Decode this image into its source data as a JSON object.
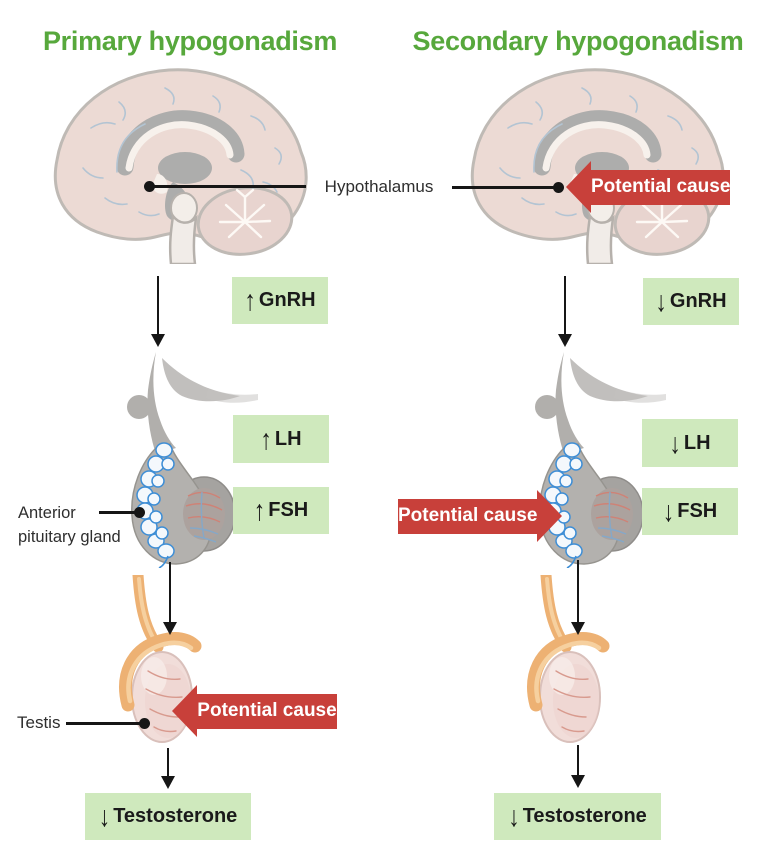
{
  "columns": {
    "left": {
      "title": "Primary hypogonadism",
      "gnrh": {
        "glyph": "↑",
        "label": "GnRH"
      },
      "lh": {
        "glyph": "↑",
        "label": "LH"
      },
      "fsh": {
        "glyph": "↑",
        "label": "FSH"
      },
      "testosterone": {
        "glyph": "↓",
        "label": "Testosterone"
      }
    },
    "right": {
      "title": "Secondary hypogonadism",
      "gnrh": {
        "glyph": "↓",
        "label": "GnRH"
      },
      "lh": {
        "glyph": "↓",
        "label": "LH"
      },
      "fsh": {
        "glyph": "↓",
        "label": "FSH"
      },
      "testosterone": {
        "glyph": "↓",
        "label": "Testosterone"
      }
    }
  },
  "annotations": {
    "hypothalamus": "Hypothalamus",
    "anterior_pituitary_line1": "Anterior",
    "anterior_pituitary_line2": "pituitary gland",
    "testis": "Testis",
    "potential_cause": "Potential cause"
  },
  "colors": {
    "title_green": "#57a83c",
    "box_green": "#cfe9bd",
    "arrow_red": "#c8403a",
    "line_black": "#161616"
  }
}
